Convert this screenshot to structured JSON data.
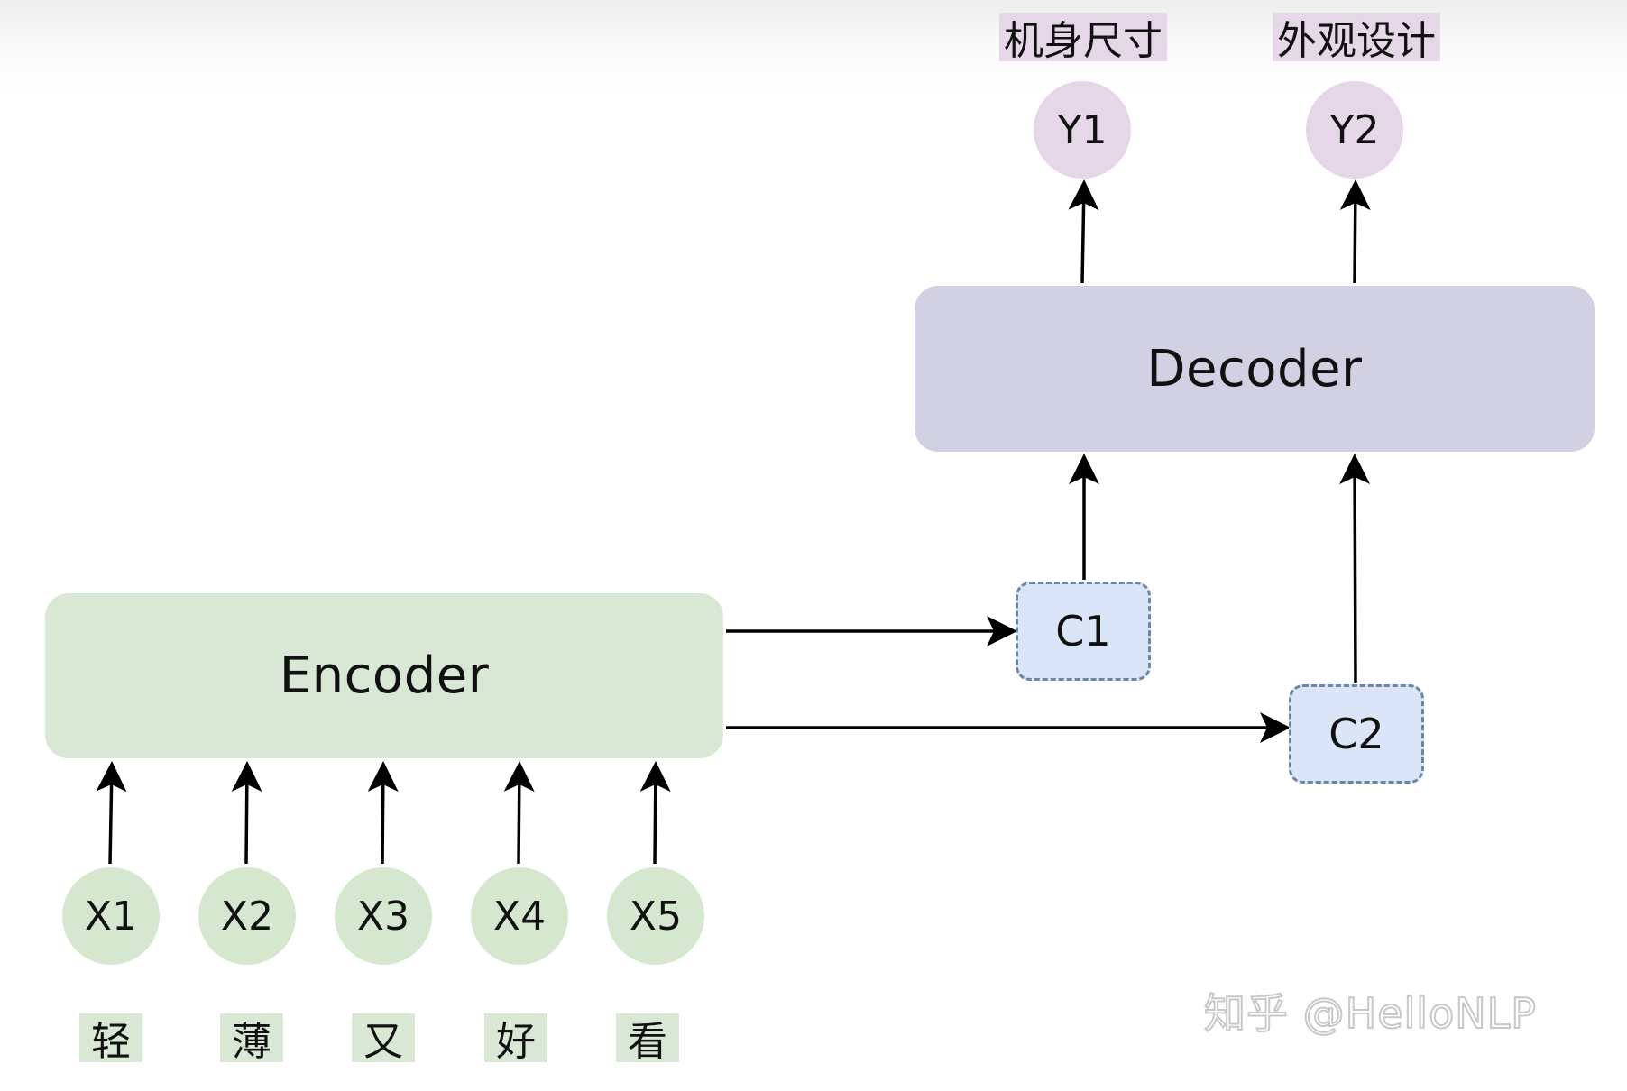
{
  "encoder": {
    "label": "Encoder"
  },
  "decoder": {
    "label": "Decoder"
  },
  "contexts": {
    "c1": "C1",
    "c2": "C2"
  },
  "inputs": [
    {
      "node": "X1",
      "token": "轻"
    },
    {
      "node": "X2",
      "token": "薄"
    },
    {
      "node": "X3",
      "token": "又"
    },
    {
      "node": "X4",
      "token": "好"
    },
    {
      "node": "X5",
      "token": "看"
    }
  ],
  "outputs": [
    {
      "node": "Y1",
      "label": "机身尺寸"
    },
    {
      "node": "Y2",
      "label": "外观设计"
    }
  ],
  "watermark": "知乎 @HelloNLP",
  "colors": {
    "encoder": "#d9e8d4",
    "decoder": "#d2d1e3",
    "context": "#dae6f7",
    "input_node": "#d6e7d0",
    "output_node": "#e5d7e8"
  }
}
